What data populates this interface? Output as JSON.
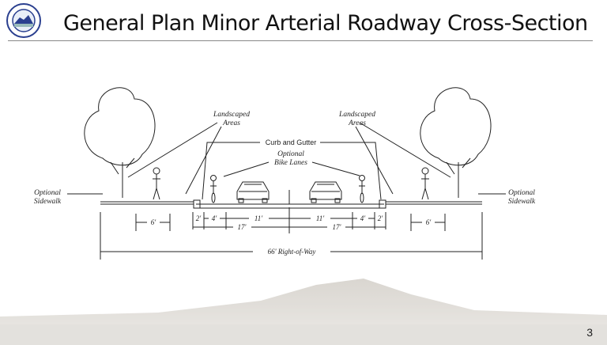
{
  "slide": {
    "title": "General Plan Minor Arterial Roadway Cross-Section",
    "page_number": "3"
  },
  "diagram": {
    "labels": {
      "landscaped_left": [
        "Landscaped",
        "Areas"
      ],
      "landscaped_right": [
        "Landscaped",
        "Areas"
      ],
      "curb_gutter": "Curb and Gutter",
      "bike_lanes": [
        "Optional",
        "Bike Lanes"
      ],
      "sidewalk_left": [
        "Optional",
        "Sidewalk"
      ],
      "sidewalk_right": [
        "Optional",
        "Sidewalk"
      ]
    },
    "dimensions": {
      "sidewalk_left": "6'",
      "sidewalk_right": "6'",
      "gutter_left": "2'",
      "bike_left": "4'",
      "lane_left": "11'",
      "half_left": "17'",
      "lane_right": "11'",
      "bike_right": "4'",
      "gutter_right": "2'",
      "half_right": "17'",
      "right_of_way": "66' Right-of-Way"
    }
  }
}
